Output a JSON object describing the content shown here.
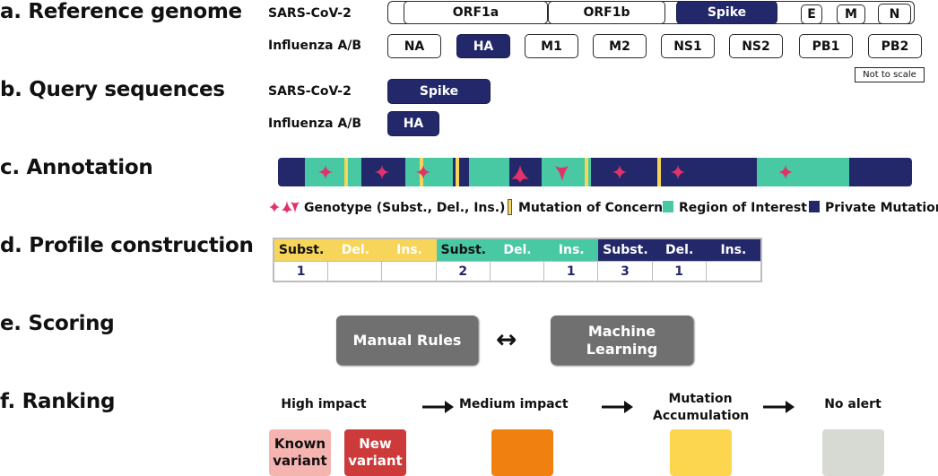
{
  "sections": {
    "a": "a. Reference genome",
    "b": "b. Query sequences",
    "c": "c. Annotation",
    "d": "d. Profile construction",
    "e": "e. Scoring",
    "f": "f. Ranking"
  },
  "reference": {
    "sars_label": "SARS-CoV-2",
    "flu_label": "Influenza A/B",
    "sars_genes": [
      "ORF1a",
      "ORF1b",
      "Spike",
      "E",
      "M",
      "N"
    ],
    "flu_genes": [
      "NA",
      "HA",
      "M1",
      "M2",
      "NS1",
      "NS2",
      "PB1",
      "PB2"
    ],
    "scale_note": "Not to scale"
  },
  "query": {
    "sars_label": "SARS-CoV-2",
    "sars_gene": "Spike",
    "flu_label": "Influenza A/B",
    "flu_gene": "HA"
  },
  "legend": {
    "genotype": "Genotype (Subst., Del., Ins.)",
    "concern": "Mutation of Concern",
    "interest": "Region of Interest",
    "private": "Private Mutation"
  },
  "profile": {
    "headers": [
      "Subst.",
      "Del.",
      "Ins.",
      "Subst.",
      "Del.",
      "Ins.",
      "Subst.",
      "Del.",
      "Ins."
    ],
    "values": [
      "1",
      "",
      "",
      "2",
      "",
      "1",
      "3",
      "1",
      ""
    ]
  },
  "scoring": {
    "manual": "Manual Rules",
    "ml": "Machine Learning",
    "arrow": "↔"
  },
  "ranking": {
    "high": "High impact",
    "medium": "Medium impact",
    "accum": "Mutation Accumulation",
    "none": "No alert",
    "known": "Known variant",
    "new": "New variant"
  },
  "colors": {
    "navy": "#23286b",
    "teal": "#48c8a3",
    "yellow": "#f6d55a",
    "pink": "#e0336a",
    "known": "#f6b4b0",
    "new": "#cc3a3a",
    "orange": "#f08010",
    "accum": "#fcd64e",
    "noalert": "#d7d9d3"
  }
}
